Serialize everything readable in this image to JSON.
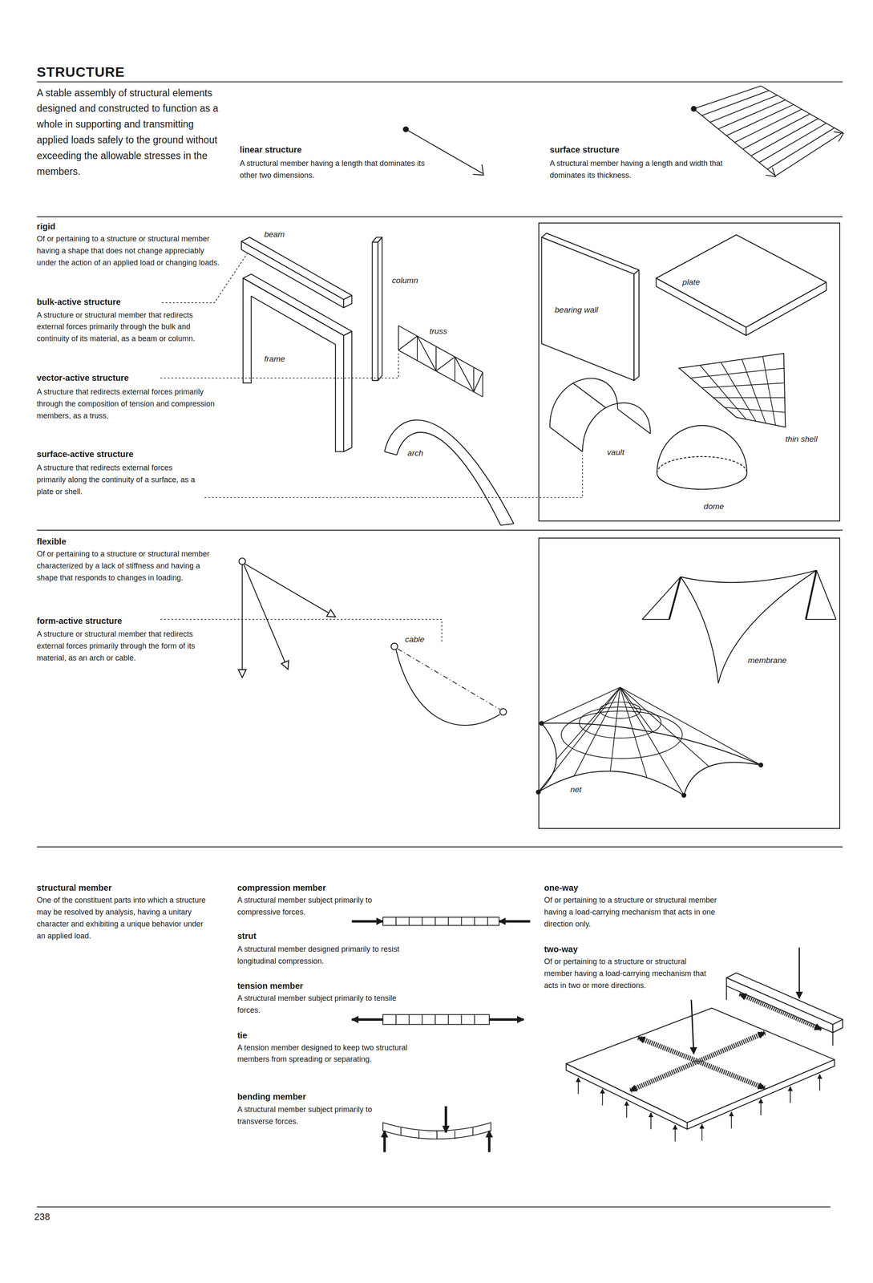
{
  "diagram": {
    "title": "STRUCTURE",
    "nodes": [
      {
        "text": [
          "bearing wall",
          "plate",
          "thin shell",
          "vault",
          "dome"
        ]
      },
      {
        "text": [
          "membrane",
          "net"
        ]
      }
    ],
    "labels": [
      "A stable assembly of structural elements designed and constructed to function as a whole in supporting and transmitting applied loads safely to the ground without exceeding the allowable stresses in the members.",
      "linear structure",
      "A structural member having a length that dominates its other two dimensions.",
      "surface structure",
      "A structural member having a length and width that dominates its thickness.",
      "rigid",
      "Of or pertaining to a structure or structural member having a shape that does not change appreciably under the action of an applied load or changing loads.",
      "bulk-active structure",
      "A structure or structural member that redirects external forces primarily through the bulk and continuity of its material, as a beam or column.",
      "vector-active structure",
      "A structure that redirects external forces primarily through the composition of tension and compression members, as a truss.",
      "surface-active structure",
      "A structure that redirects external forces primarily along the continuity of a surface, as a plate or shell.",
      "beam",
      "column",
      "frame",
      "truss",
      "arch",
      "flexible",
      "Of or pertaining to a structure or structural member characterized by a lack of stiffness and having a shape that responds to changes in loading.",
      "form-active structure",
      "A structure or structural member that redirects external forces primarily through the form of its material, as an arch or cable.",
      "cable",
      "structural member",
      "One of the constituent parts into which a structure may be resolved by analysis, having a unitary character and exhibiting a unique behavior under an applied load.",
      "compression member",
      "A structural member subject primarily to compressive forces.",
      "strut",
      "A structural member designed primarily to resist longitudinal compression.",
      "tension member",
      "A structural member subject primarily to tensile forces.",
      "tie",
      "A tension member designed to keep two structural members from spreading or separating.",
      "bending member",
      "A structural member subject primarily to transverse forces.",
      "one-way",
      "Of or pertaining to a structure or structural member having a load-carrying mechanism that acts in one direction only.",
      "two-way",
      "Of or pertaining to a structure or structural member having a load-carrying mechanism that acts in two or more directions.",
      "238"
    ]
  }
}
